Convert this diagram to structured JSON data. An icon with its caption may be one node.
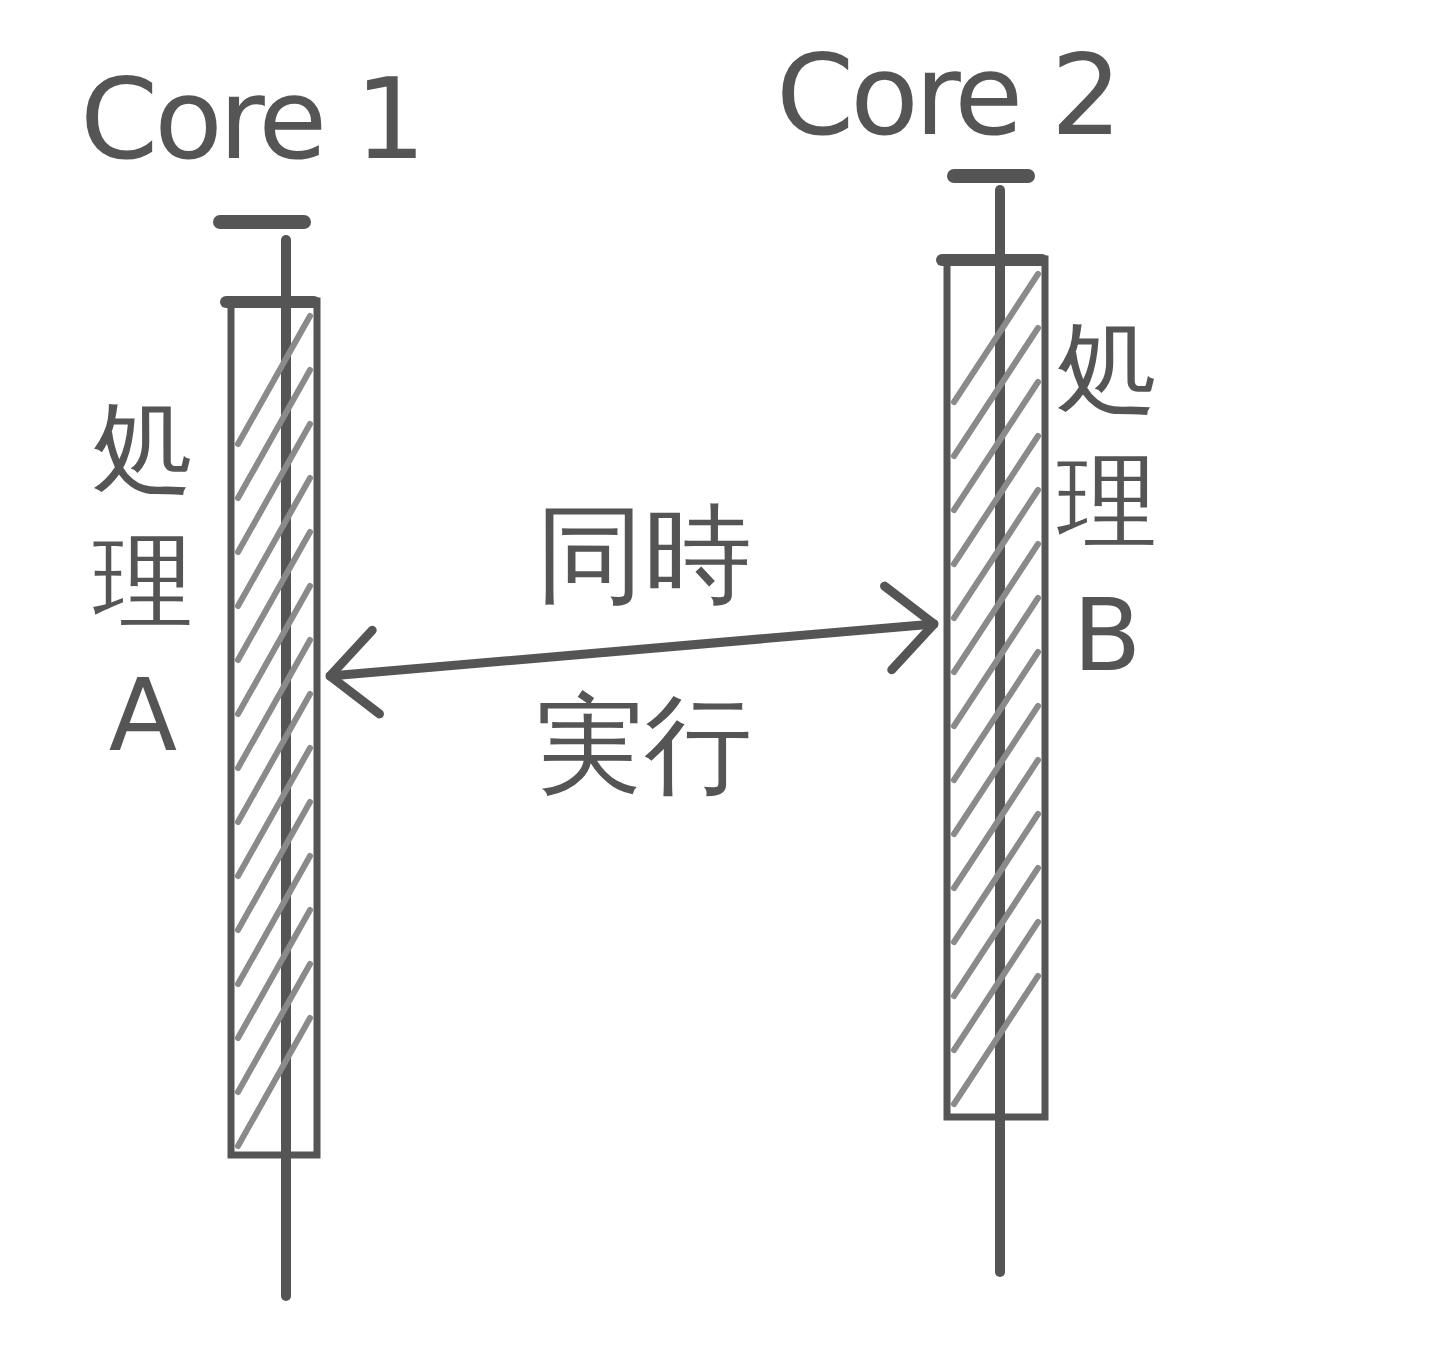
{
  "diagram": {
    "nodes": [
      {
        "text": [],
        "shape": "bar",
        "beside": [
          "処理A"
        ]
      },
      {
        "text": [],
        "shape": "bar",
        "beside": [
          "処理B"
        ]
      }
    ],
    "edges": [
      {
        "from": 0,
        "to": 1,
        "arrow": "both",
        "label": "同時実行"
      }
    ],
    "labels": [
      "Core 1",
      "Core 2"
    ]
  }
}
